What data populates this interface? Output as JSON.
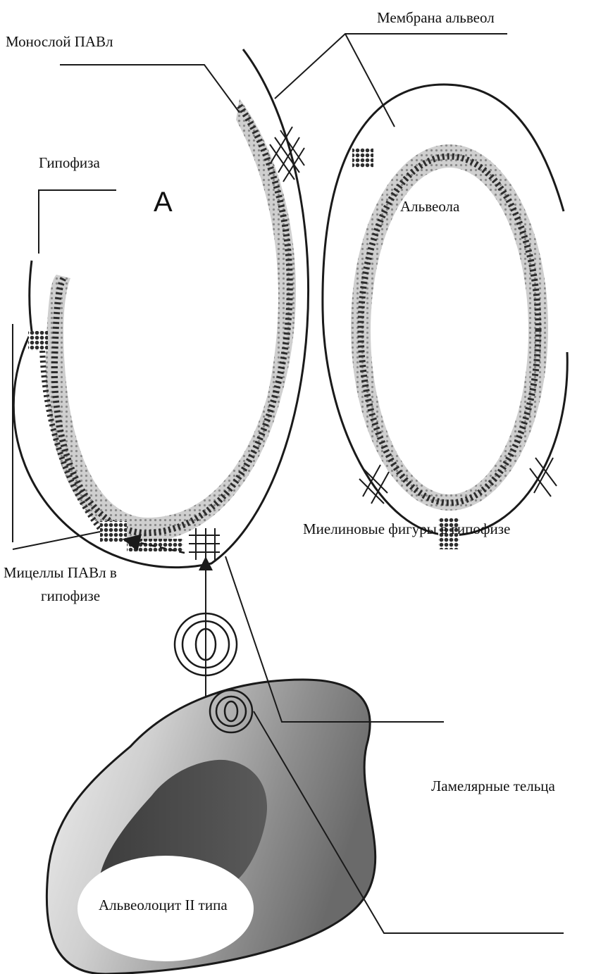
{
  "labels": {
    "monolayer": "Монослой ПАВл",
    "membrane": "Мембрана альвеол",
    "hypophase": "Гипофиза",
    "letter_a": "A",
    "alveolus": "Альвеола",
    "myelin": "Миелиновые фигуры в гипофизе",
    "micelles_line1": "Мицеллы ПАВл в",
    "micelles_line2": "гипофизе",
    "lamellar": "Ламелярные тельца",
    "alveolocyte": "Альвеолоцит II типа"
  },
  "colors": {
    "ink": "#1a1a1a",
    "hypophase_fill": "#bdbdbd",
    "dots": "#2e2e2e",
    "cell_gradient_light": "#e6e6e6",
    "cell_gradient_dark": "#6f6f6f",
    "nucleus": "#4a4a4a"
  }
}
